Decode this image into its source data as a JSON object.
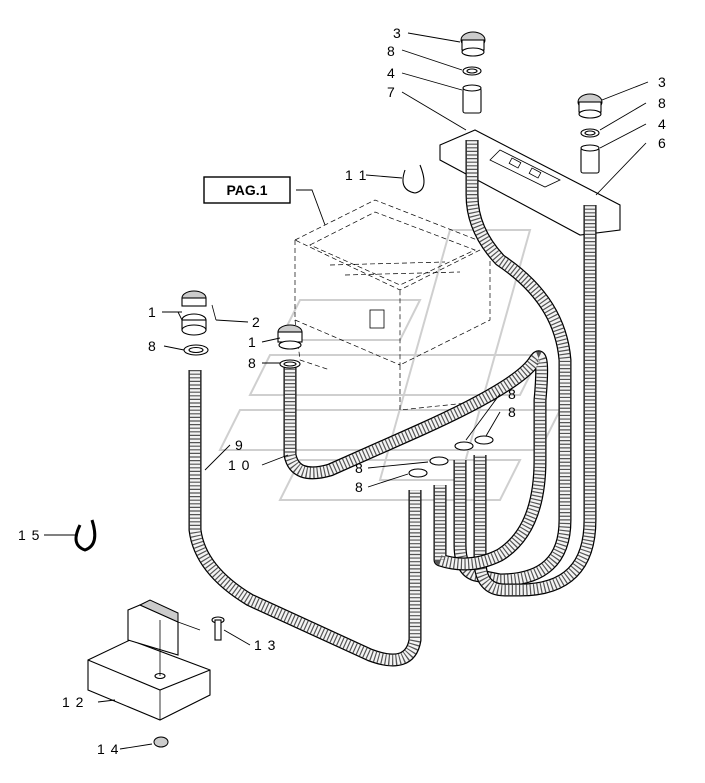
{
  "reference_box": "PAG.1",
  "callouts": [
    {
      "id": "c3a",
      "text": "3"
    },
    {
      "id": "c8a",
      "text": "8"
    },
    {
      "id": "c4a",
      "text": "4"
    },
    {
      "id": "c7",
      "text": "7"
    },
    {
      "id": "c3b",
      "text": "3"
    },
    {
      "id": "c8b",
      "text": "8"
    },
    {
      "id": "c4b",
      "text": "4"
    },
    {
      "id": "c6",
      "text": "6"
    },
    {
      "id": "c11",
      "text": "1 1"
    },
    {
      "id": "c1a",
      "text": "1"
    },
    {
      "id": "c2",
      "text": "2"
    },
    {
      "id": "c8c",
      "text": "8"
    },
    {
      "id": "c1b",
      "text": "1"
    },
    {
      "id": "c8d",
      "text": "8"
    },
    {
      "id": "c8e",
      "text": "8"
    },
    {
      "id": "c8f",
      "text": "8"
    },
    {
      "id": "c9",
      "text": "9"
    },
    {
      "id": "c10",
      "text": "1 0"
    },
    {
      "id": "c8g",
      "text": "8"
    },
    {
      "id": "c8h",
      "text": "8"
    },
    {
      "id": "c15",
      "text": "1 5"
    },
    {
      "id": "c13",
      "text": "1 3"
    },
    {
      "id": "c12",
      "text": "1 2"
    },
    {
      "id": "c14",
      "text": "1 4"
    }
  ]
}
